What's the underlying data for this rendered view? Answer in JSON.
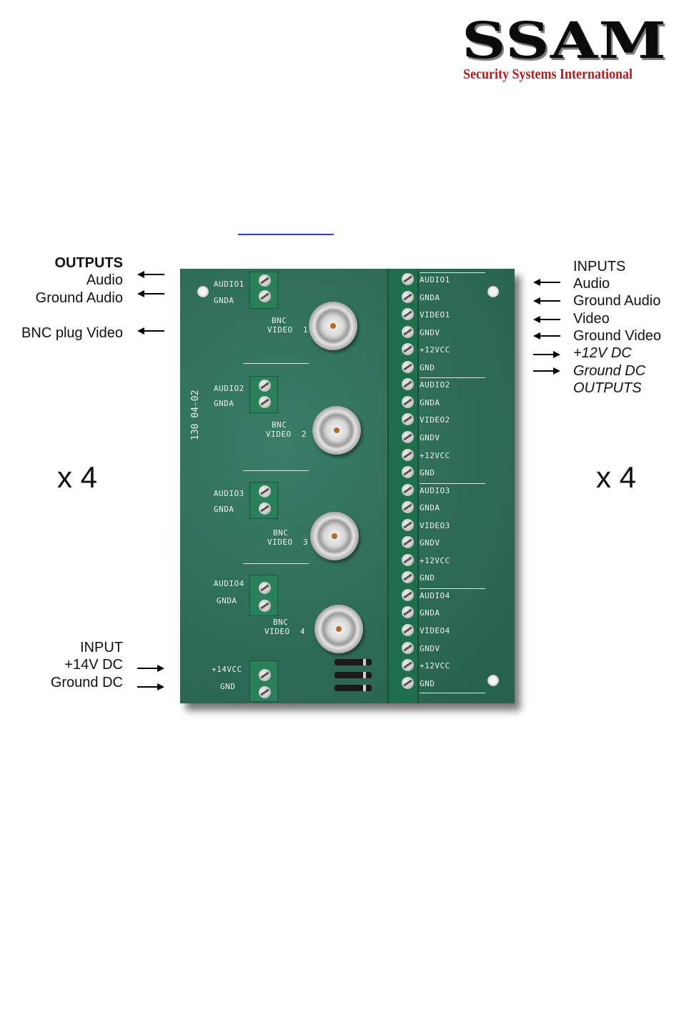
{
  "logo": {
    "mark": "SSAM",
    "subtitle": "Security Systems International"
  },
  "left_outputs": {
    "title": "OUTPUTS",
    "audio": "Audio",
    "ground_audio": "Ground Audio",
    "bnc": "BNC plug Video"
  },
  "multiplier_left": "x 4",
  "multiplier_right": "x 4",
  "left_input": {
    "title": "INPUT",
    "power": "+14V DC",
    "ground": "Ground DC"
  },
  "right_inputs": {
    "title": "INPUTS",
    "audio": "Audio",
    "ground_audio": "Ground Audio",
    "video": "Video",
    "ground_video": "Ground Video",
    "power": "+12V DC",
    "ground_dc": "Ground DC",
    "outputs": "OUTPUTS"
  },
  "board": {
    "code": "130 04-02",
    "left_channels": [
      {
        "audio": "AUDIO1",
        "gnd": "GNDA",
        "bnc_top": "BNC",
        "bnc_bottom": "VIDEO  1"
      },
      {
        "audio": "AUDIO2",
        "gnd": "GNDA",
        "bnc_top": "BNC",
        "bnc_bottom": "VIDEO  2"
      },
      {
        "audio": "AUDIO3",
        "gnd": "GNDA",
        "bnc_top": "BNC",
        "bnc_bottom": "VIDEO  3"
      },
      {
        "audio": "AUDIO4",
        "gnd": "GNDA",
        "bnc_top": "BNC",
        "bnc_bottom": "VIDEO  4"
      }
    ],
    "power_in": {
      "vcc": "+14VCC",
      "gnd": "GND"
    },
    "terminals": [
      "AUDIO1",
      "GNDA",
      "VIDEO1",
      "GNDV",
      "+12VCC",
      "GND",
      "AUDIO2",
      "GNDA",
      "VIDEO2",
      "GNDV",
      "+12VCC",
      "GND",
      "AUDIO3",
      "GNDA",
      "VIDEO3",
      "GNDV",
      "+12VCC",
      "GND",
      "AUDIO4",
      "GNDA",
      "VIDEO4",
      "GNDV",
      "+12VCC",
      "GND"
    ]
  }
}
